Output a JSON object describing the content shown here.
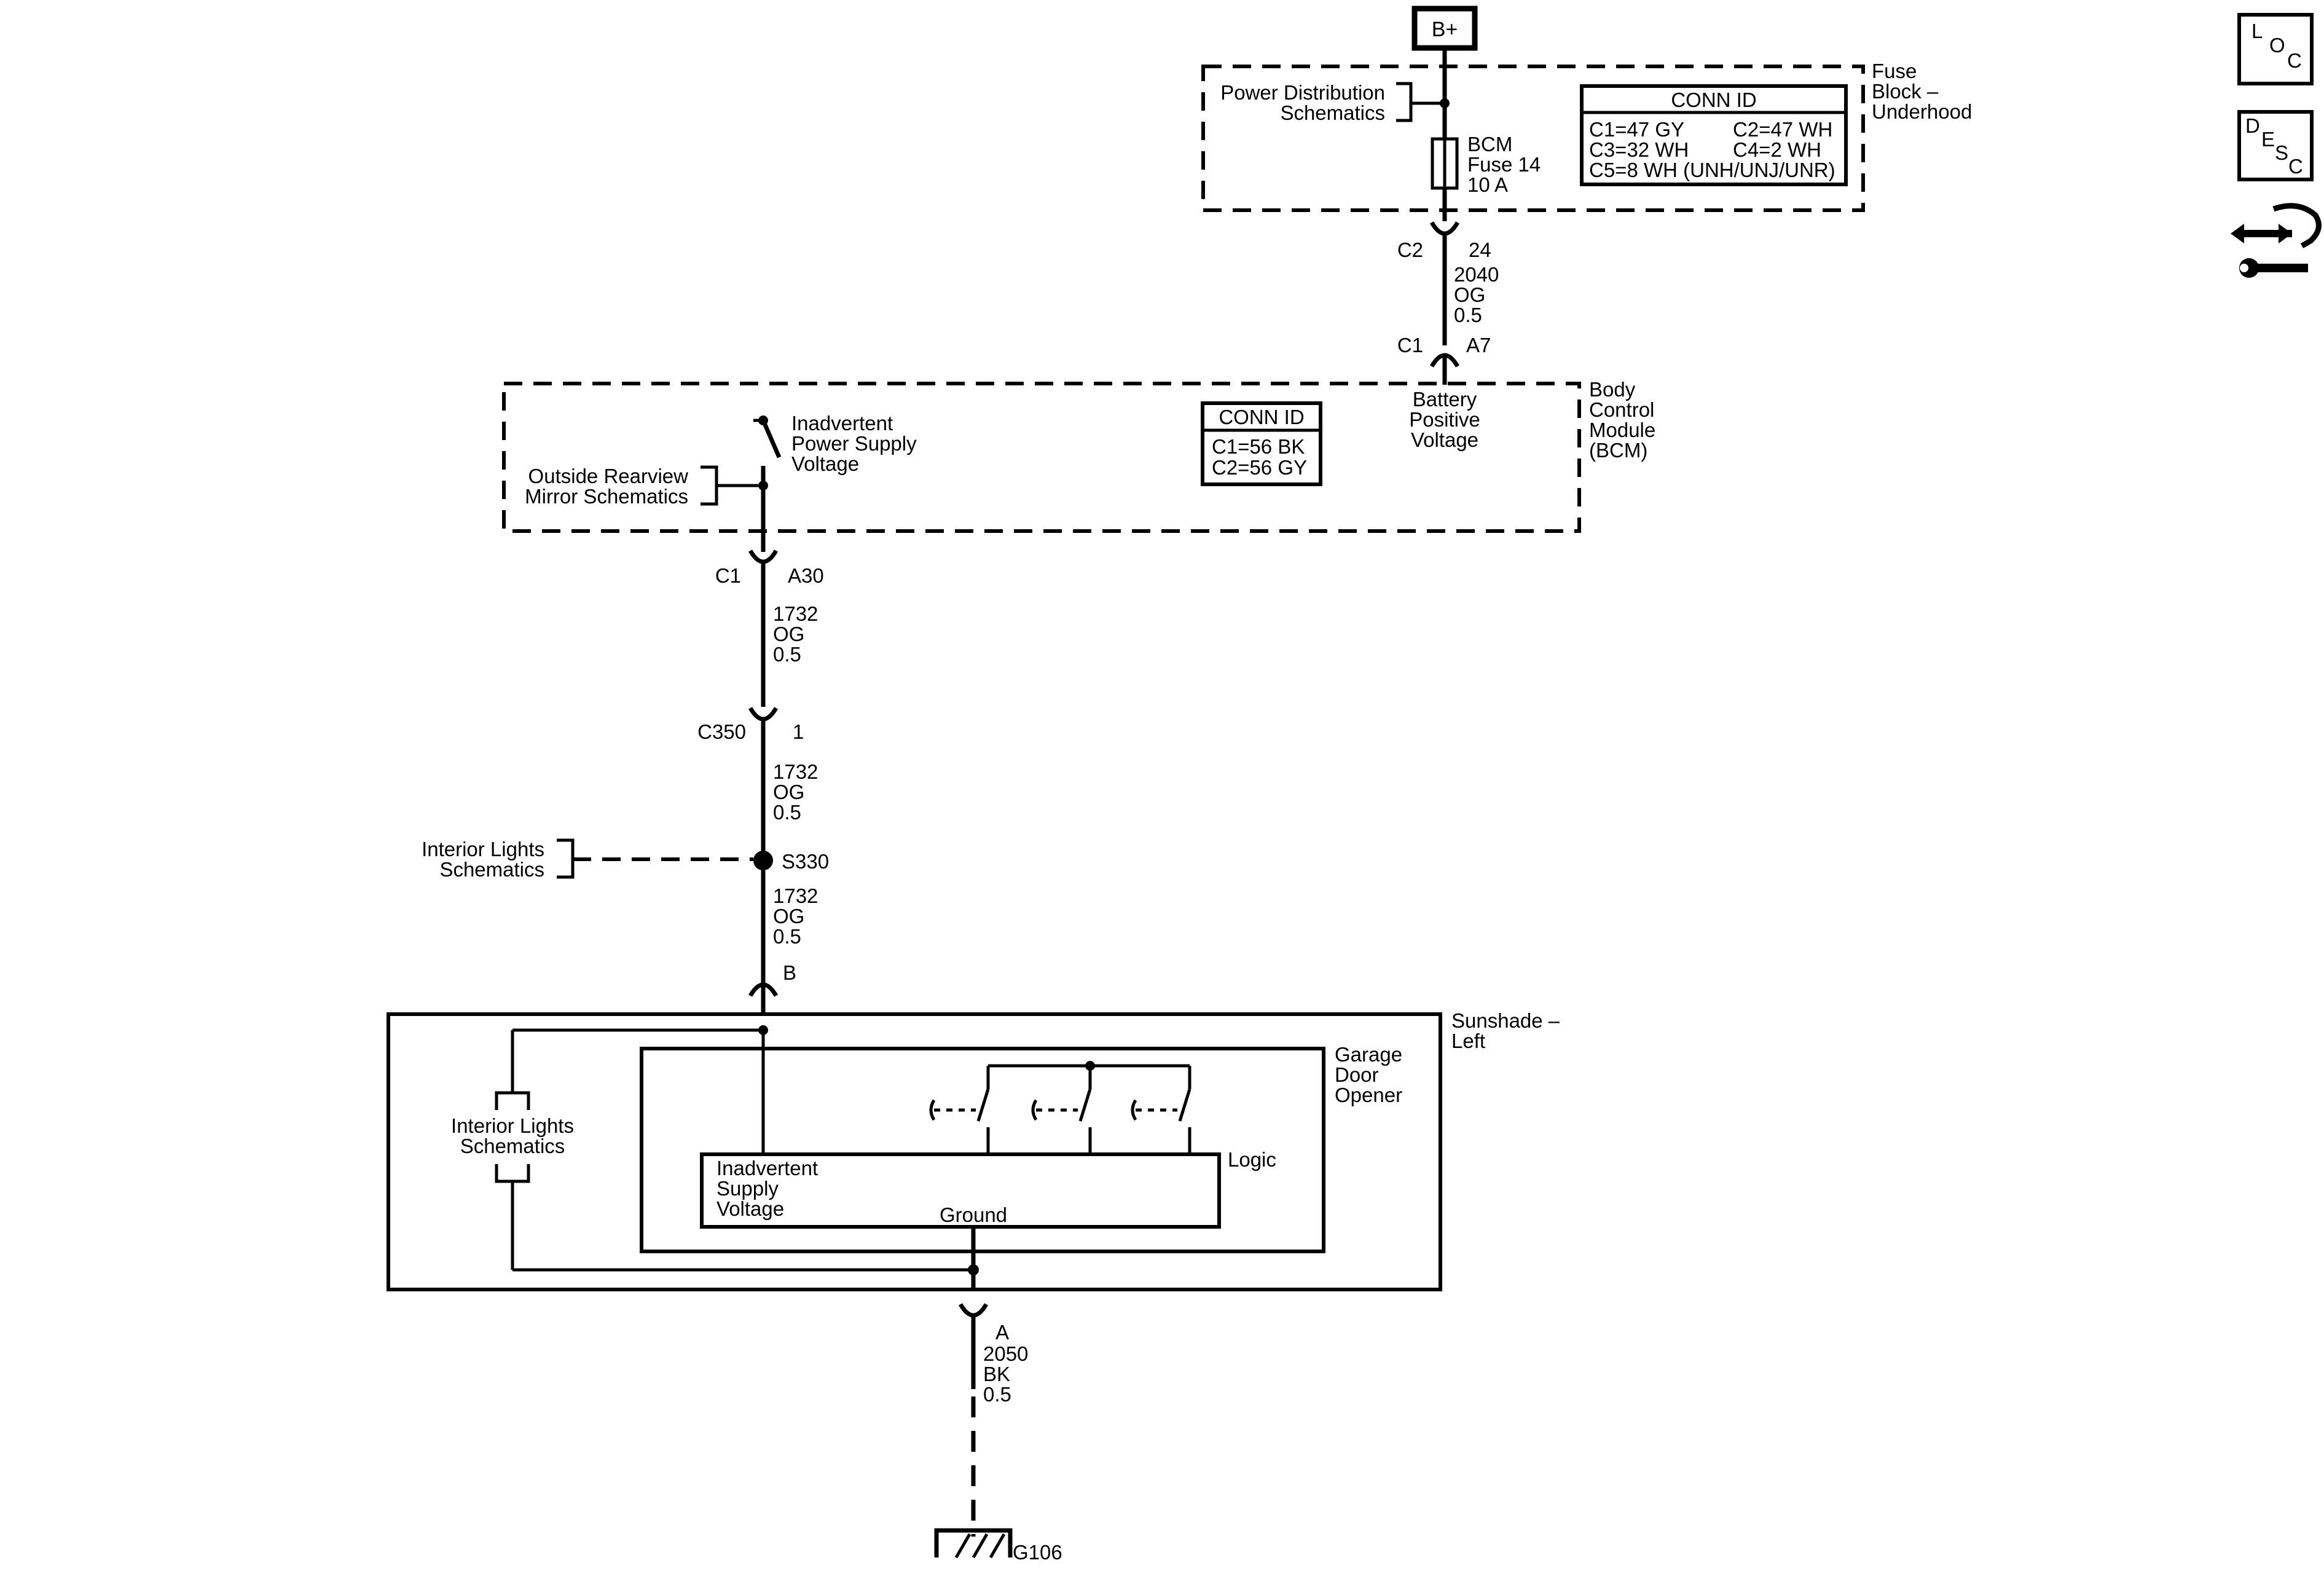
{
  "power_source": "B+",
  "fuse_block": {
    "name_lines": [
      "Fuse",
      "Block –",
      "Underhood"
    ],
    "ref_lines": [
      "Power Distribution",
      "Schematics"
    ],
    "fuse_lines": [
      "BCM",
      "Fuse 14",
      "10 A"
    ],
    "conn_id": {
      "title": "CONN ID",
      "rows": [
        [
          "C1=47 GY",
          "C2=47 WH"
        ],
        [
          "C3=32 WH",
          "C4=2 WH"
        ],
        [
          "C5=8 WH (UNH/UNJ/UNR)",
          ""
        ]
      ]
    }
  },
  "wire_2040": {
    "connector_top": "C2",
    "pin_top": "24",
    "circuit": "2040",
    "color": "OG",
    "gauge": "0.5",
    "connector_bottom": "C1",
    "pin_bottom": "A7"
  },
  "bcm": {
    "name_lines": [
      "Body",
      "Control",
      "Module",
      "(BCM)"
    ],
    "input_lines": [
      "Battery",
      "Positive",
      "Voltage"
    ],
    "switch_lines": [
      "Inadvertent",
      "Power Supply",
      "Voltage"
    ],
    "ref_lines": [
      "Outside Rearview",
      "Mirror Schematics"
    ],
    "conn_id": {
      "title": "CONN ID",
      "rows": [
        "C1=56 BK",
        "C2=56 GY"
      ]
    }
  },
  "wire_1732_a": {
    "connector": "C1",
    "pin": "A30",
    "circuit": "1732",
    "color": "OG",
    "gauge": "0.5"
  },
  "wire_1732_b": {
    "connector": "C350",
    "pin": "1",
    "circuit": "1732",
    "color": "OG",
    "gauge": "0.5"
  },
  "splice": {
    "name": "S330",
    "ref_lines": [
      "Interior Lights",
      "Schematics"
    ]
  },
  "wire_1732_c": {
    "circuit": "1732",
    "color": "OG",
    "gauge": "0.5",
    "pin": "B"
  },
  "sunshade": {
    "name_lines": [
      "Sunshade –",
      "Left"
    ],
    "interior_ref_lines": [
      "Interior Lights",
      "Schematics"
    ],
    "gdo_lines": [
      "Garage",
      "Door",
      "Opener"
    ],
    "logic_label": "Logic",
    "inadvertent_lines": [
      "Inadvertent",
      "Supply",
      "Voltage"
    ],
    "ground_label": "Ground"
  },
  "wire_2050": {
    "pin": "A",
    "circuit": "2050",
    "color": "BK",
    "gauge": "0.5"
  },
  "ground": "G106",
  "nav": {
    "loc": [
      "L",
      "O",
      "C"
    ],
    "desc": [
      "D",
      "E",
      "S",
      "C"
    ]
  }
}
